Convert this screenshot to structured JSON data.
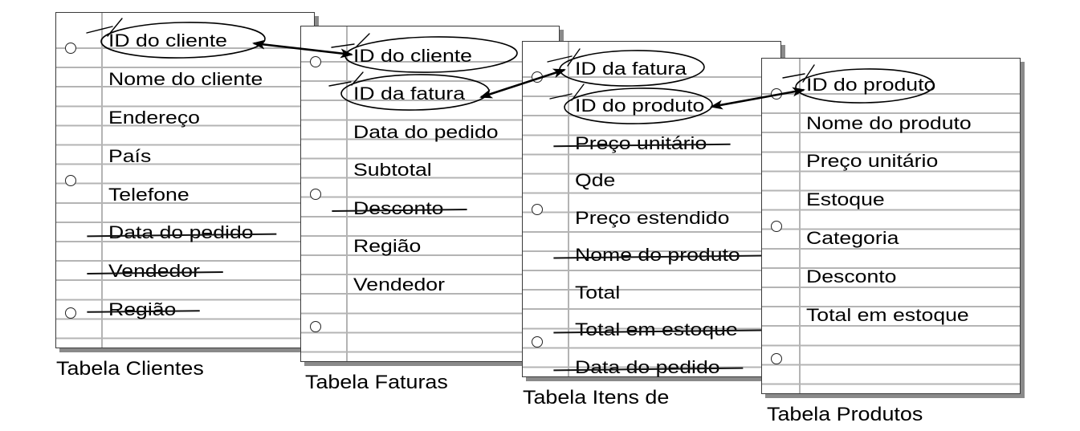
{
  "tables": [
    {
      "caption": "Tabela Clientes",
      "fields": [
        {
          "label": "ID do cliente",
          "key": true,
          "struck": false
        },
        {
          "label": "Nome do cliente",
          "key": false,
          "struck": false
        },
        {
          "label": "Endereço",
          "key": false,
          "struck": false
        },
        {
          "label": "País",
          "key": false,
          "struck": false
        },
        {
          "label": "Telefone",
          "key": false,
          "struck": false
        },
        {
          "label": "Data do pedido",
          "key": false,
          "struck": true
        },
        {
          "label": "Vendedor",
          "key": false,
          "struck": true
        },
        {
          "label": "Região",
          "key": false,
          "struck": true
        }
      ]
    },
    {
      "caption": "Tabela Faturas",
      "fields": [
        {
          "label": "ID do cliente",
          "key": true,
          "struck": false
        },
        {
          "label": "ID da fatura",
          "key": true,
          "struck": false
        },
        {
          "label": "Data do pedido",
          "key": false,
          "struck": false
        },
        {
          "label": "Subtotal",
          "key": false,
          "struck": false
        },
        {
          "label": "Desconto",
          "key": false,
          "struck": true
        },
        {
          "label": "Região",
          "key": false,
          "struck": false
        },
        {
          "label": "Vendedor",
          "key": false,
          "struck": false
        }
      ]
    },
    {
      "caption": "Tabela Itens de",
      "fields": [
        {
          "label": "ID da fatura",
          "key": true,
          "struck": false
        },
        {
          "label": "ID do produto",
          "key": true,
          "struck": false
        },
        {
          "label": "Preço unitário",
          "key": false,
          "struck": true
        },
        {
          "label": "Qde",
          "key": false,
          "struck": false
        },
        {
          "label": "Preço estendido",
          "key": false,
          "struck": false
        },
        {
          "label": "Nome do produto",
          "key": false,
          "struck": true
        },
        {
          "label": "Total",
          "key": false,
          "struck": false
        },
        {
          "label": "Total em estoque",
          "key": false,
          "struck": true
        },
        {
          "label": "Data do pedido",
          "key": false,
          "struck": true
        }
      ]
    },
    {
      "caption": "Tabela Produtos",
      "fields": [
        {
          "label": "ID do produto",
          "key": true,
          "struck": false
        },
        {
          "label": "Nome do produto",
          "key": false,
          "struck": false
        },
        {
          "label": "Preço unitário",
          "key": false,
          "struck": false
        },
        {
          "label": "Estoque",
          "key": false,
          "struck": false
        },
        {
          "label": "Categoria",
          "key": false,
          "struck": false
        },
        {
          "label": "Desconto",
          "key": false,
          "struck": false
        },
        {
          "label": "Total em estoque",
          "key": false,
          "struck": false
        }
      ]
    }
  ],
  "relationships": [
    {
      "from": "Tabela Clientes.ID do cliente",
      "to": "Tabela Faturas.ID do cliente",
      "arrows": "both"
    },
    {
      "from": "Tabela Faturas.ID da fatura",
      "to": "Tabela Itens de.ID da fatura",
      "arrows": "both"
    },
    {
      "from": "Tabela Itens de.ID do produto",
      "to": "Tabela Produtos.ID do produto",
      "arrows": "both"
    }
  ],
  "colors": {
    "ink": "#000000",
    "rule_line": "#b4b4b4",
    "page_border": "#3a3a3a",
    "page_shadow": "#8a8a8a",
    "background": "#ffffff"
  }
}
